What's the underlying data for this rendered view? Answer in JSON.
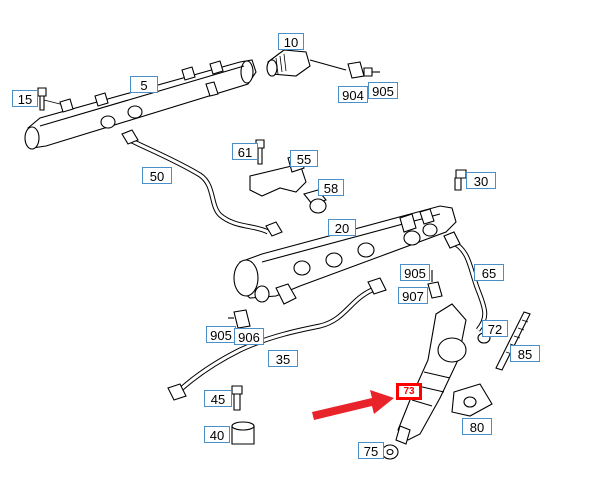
{
  "diagram": {
    "callouts": [
      "10",
      "904",
      "905",
      "5",
      "15",
      "61",
      "55",
      "58",
      "50",
      "30",
      "20",
      "905",
      "907",
      "65",
      "905",
      "906",
      "72",
      "85",
      "35",
      "45",
      "40",
      "75",
      "80"
    ],
    "highlighted_callout": "73",
    "arrow_color": "#e8232a"
  }
}
